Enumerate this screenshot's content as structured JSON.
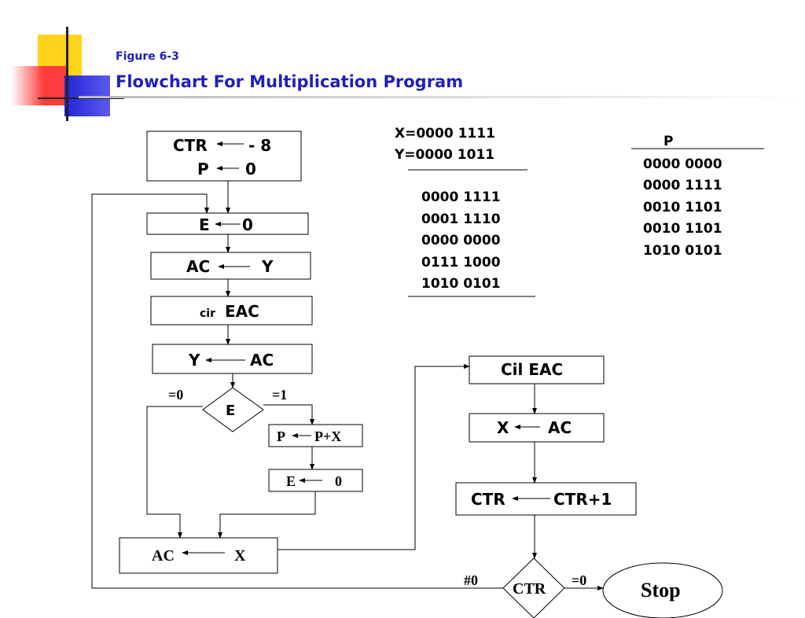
{
  "header": {
    "figure_label": "Figure 6-3",
    "title": "Flowchart For Multiplication Program",
    "colors": {
      "title": "#1f1fbf",
      "logo_yellow": "#ffd31a",
      "logo_red": "#ff3b3b",
      "logo_blue": "#2424d6"
    }
  },
  "flowchart": {
    "init_ctr": "CTR",
    "init_ctr_value": "- 8",
    "init_p": "P",
    "init_p_value": "0",
    "clear_e_left": "E",
    "clear_e_right": "0",
    "load_ac_left": "AC",
    "load_ac_right": "Y",
    "circulate_prefix": "cir",
    "circulate_text": "EAC",
    "store_y_left": "Y",
    "store_y_right": "AC",
    "decision_e": "E",
    "branch_zero": "=0",
    "branch_one": "=1",
    "add_left": "P",
    "add_right": "P+X",
    "clear_e2_left": "E",
    "clear_e2_right": "0",
    "load_x_left": "AC",
    "load_x_right": "X",
    "cil_text": "Cil EAC",
    "store_x_left": "X",
    "store_x_right": "AC",
    "inc_left": "CTR",
    "inc_right": "CTR+1",
    "decision_ctr": "CTR",
    "branch_nonzero": "#0",
    "branch_ctr_zero": "=0",
    "stop": "Stop"
  },
  "calc": {
    "x_line": "X=0000 1111",
    "y_line": "Y=0000 1011",
    "partials": [
      "0000 1111",
      "0001 1110",
      "0000 0000",
      "0111 1000",
      "1010 0101"
    ]
  },
  "p_table": {
    "header": "P",
    "values": [
      "0000 0000",
      "0000 1111",
      "0010 1101",
      "0010 1101",
      "1010 0101"
    ]
  }
}
